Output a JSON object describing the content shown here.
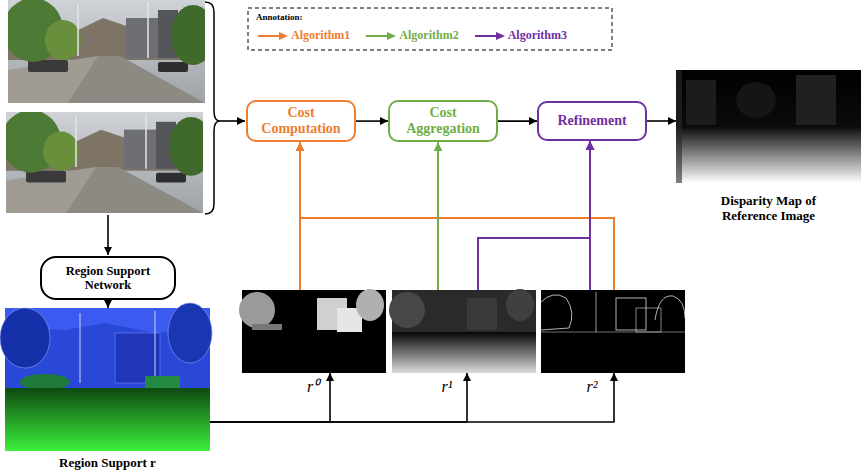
{
  "diagram": {
    "nodes": [
      {
        "text": [
          "Cost Computation"
        ]
      },
      {
        "text": [
          "Cost Aggregation"
        ]
      },
      {
        "text": [
          "Refinement"
        ]
      },
      {
        "text": [
          "Disparity Map of Reference Image"
        ]
      },
      {
        "text": [
          "Region Support Network"
        ]
      },
      {
        "text": [
          "Region Support r"
        ]
      },
      {
        "text": [
          "r⁰"
        ]
      },
      {
        "text": [
          "r¹"
        ]
      },
      {
        "text": [
          "r²"
        ]
      }
    ],
    "edges": [
      {
        "from": 0,
        "to": 1,
        "arrow": "to"
      },
      {
        "from": 1,
        "to": 2,
        "arrow": "to"
      },
      {
        "from": 2,
        "to": 3,
        "arrow": "to"
      },
      {
        "from": 4,
        "to": 5,
        "arrow": "to"
      },
      {
        "from": 5,
        "to": 6,
        "arrow": "to"
      },
      {
        "from": 5,
        "to": 7,
        "arrow": "to"
      },
      {
        "from": 5,
        "to": 8,
        "arrow": "to"
      },
      {
        "from": 6,
        "to": 0,
        "arrow": "to"
      },
      {
        "from": 8,
        "to": 0,
        "arrow": "to"
      },
      {
        "from": 7,
        "to": 1,
        "arrow": "to"
      },
      {
        "from": 7,
        "to": 2,
        "arrow": "to"
      },
      {
        "from": 8,
        "to": 2,
        "arrow": "to"
      }
    ],
    "labels": [
      "Annotation:"
    ],
    "legend": [
      {
        "text": "Algorithm1"
      },
      {
        "text": "Algorithm2"
      },
      {
        "text": "Algorithm3"
      }
    ]
  }
}
